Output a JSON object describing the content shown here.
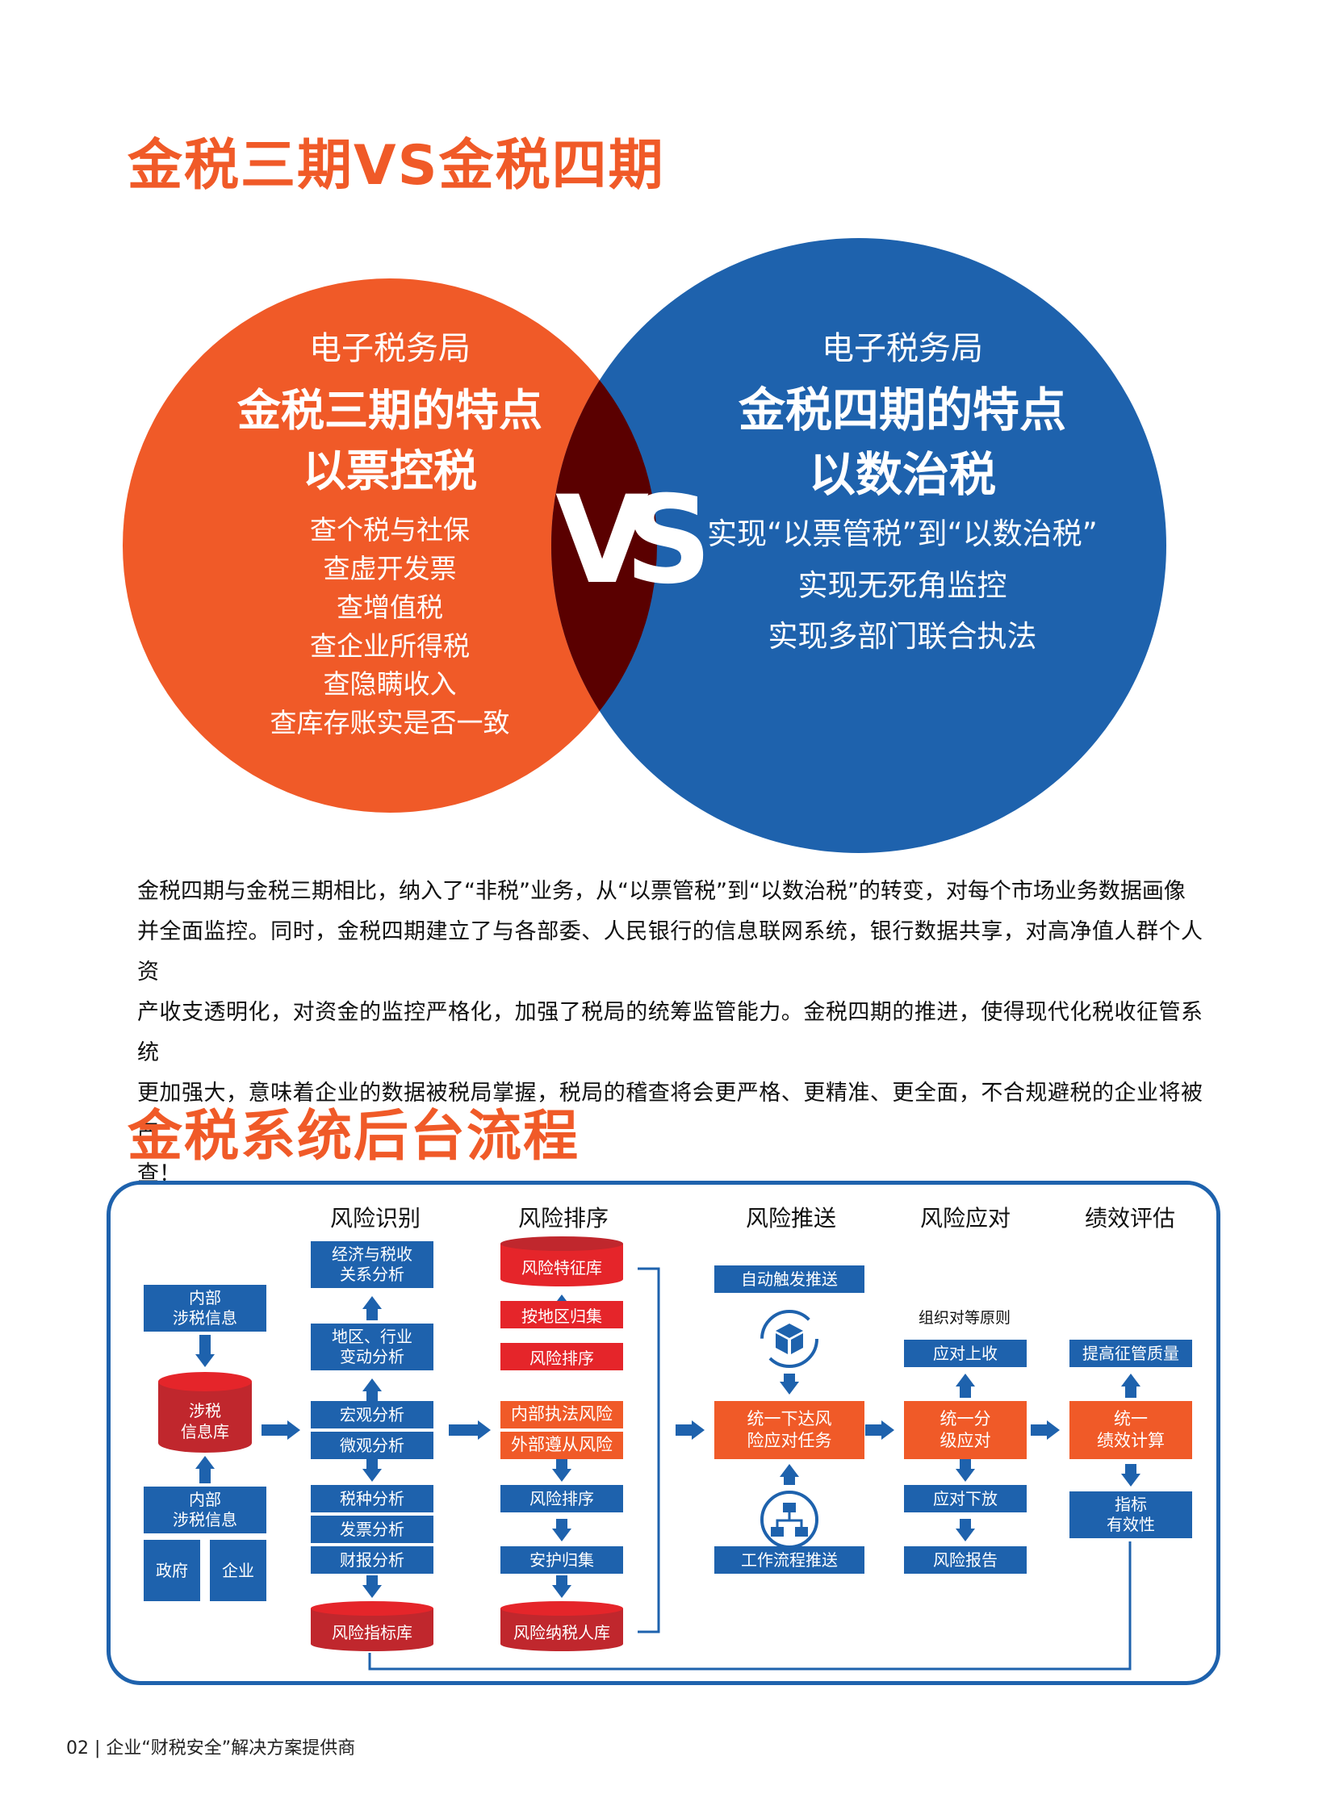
{
  "section1_title": "金税三期VS金税四期",
  "left_circle": {
    "subtitle": "电子税务局",
    "title_line1": "金税三期的特点",
    "title_line2": "以票控税",
    "items": [
      "查个税与社保",
      "查虚开发票",
      "查增值税",
      "查企业所得税",
      "查隐瞒收入",
      "查库存账实是否一致"
    ]
  },
  "vs_label": "VS",
  "right_circle": {
    "subtitle": "电子税务局",
    "title_line1": "金税四期的特点",
    "title_line2": "以数治税",
    "items": [
      "实现“以票管税”到“以数治税”",
      "实现无死角监控",
      "实现多部门联合执法"
    ]
  },
  "paragraph_lines": [
    "金税四期与金税三期相比，纳入了“非税”业务，从“以票管税”到“以数治税”的转变，对每个市场业务数据画像",
    "并全面监控。同时，金税四期建立了与各部委、人民银行的信息联网系统，银行数据共享，对高净值人群个人资",
    "产收支透明化，对资金的监控严格化，加强了税局的统筹监管能力。金税四期的推进，使得现代化税收征管系统",
    "更加强大，意味着企业的数据被税局掌握，税局的稽查将会更严格、更精准、更全面，不合规避税的企业将被严",
    "查！"
  ],
  "section2_title": "金税系统后台流程",
  "flow": {
    "columns": [
      "风险识别",
      "风险排序",
      "风险推送",
      "风险应对",
      "绩效评估"
    ],
    "source": {
      "internal_top": "内部\n涉税信息",
      "db": "涉税\n信息库",
      "internal_bottom": "内部\n涉税信息",
      "gov": "政府",
      "enterprise": "企业"
    },
    "identify": {
      "box1": "经济与税收\n关系分析",
      "box2": "地区、行业\n变动分析",
      "box3": "宏观分析",
      "box4": "微观分析",
      "box5": "税种分析",
      "box6": "发票分析",
      "box7": "财报分析",
      "db": "风险指标库"
    },
    "rank": {
      "db_top": "风险特征库",
      "box1": "按地区归集",
      "box2": "风险排序",
      "box3": "内部执法风险",
      "box4": "外部遵从风险",
      "box5": "风险排序",
      "box6": "安护归集",
      "db_bottom": "风险纳税人库"
    },
    "push": {
      "top": "自动触发推送",
      "main": "统一下达风\n险应对任务",
      "bottom": "工作流程推送"
    },
    "respond": {
      "note": "组织对等原则",
      "top": "应对上收",
      "main": "统一分\n级应对",
      "box2": "应对下放",
      "box3": "风险报告"
    },
    "evaluate": {
      "top": "提高征管质量",
      "main": "统一\n绩效计算",
      "bottom": "指标\n有效性"
    }
  },
  "footer": "02 | 企业“财税安全”解决方案提供商",
  "colors": {
    "orange": "#f05a28",
    "blue": "#1e62ad",
    "red": "#e5252a",
    "dark_red": "#c0272d",
    "overlap": "#5a0000"
  }
}
